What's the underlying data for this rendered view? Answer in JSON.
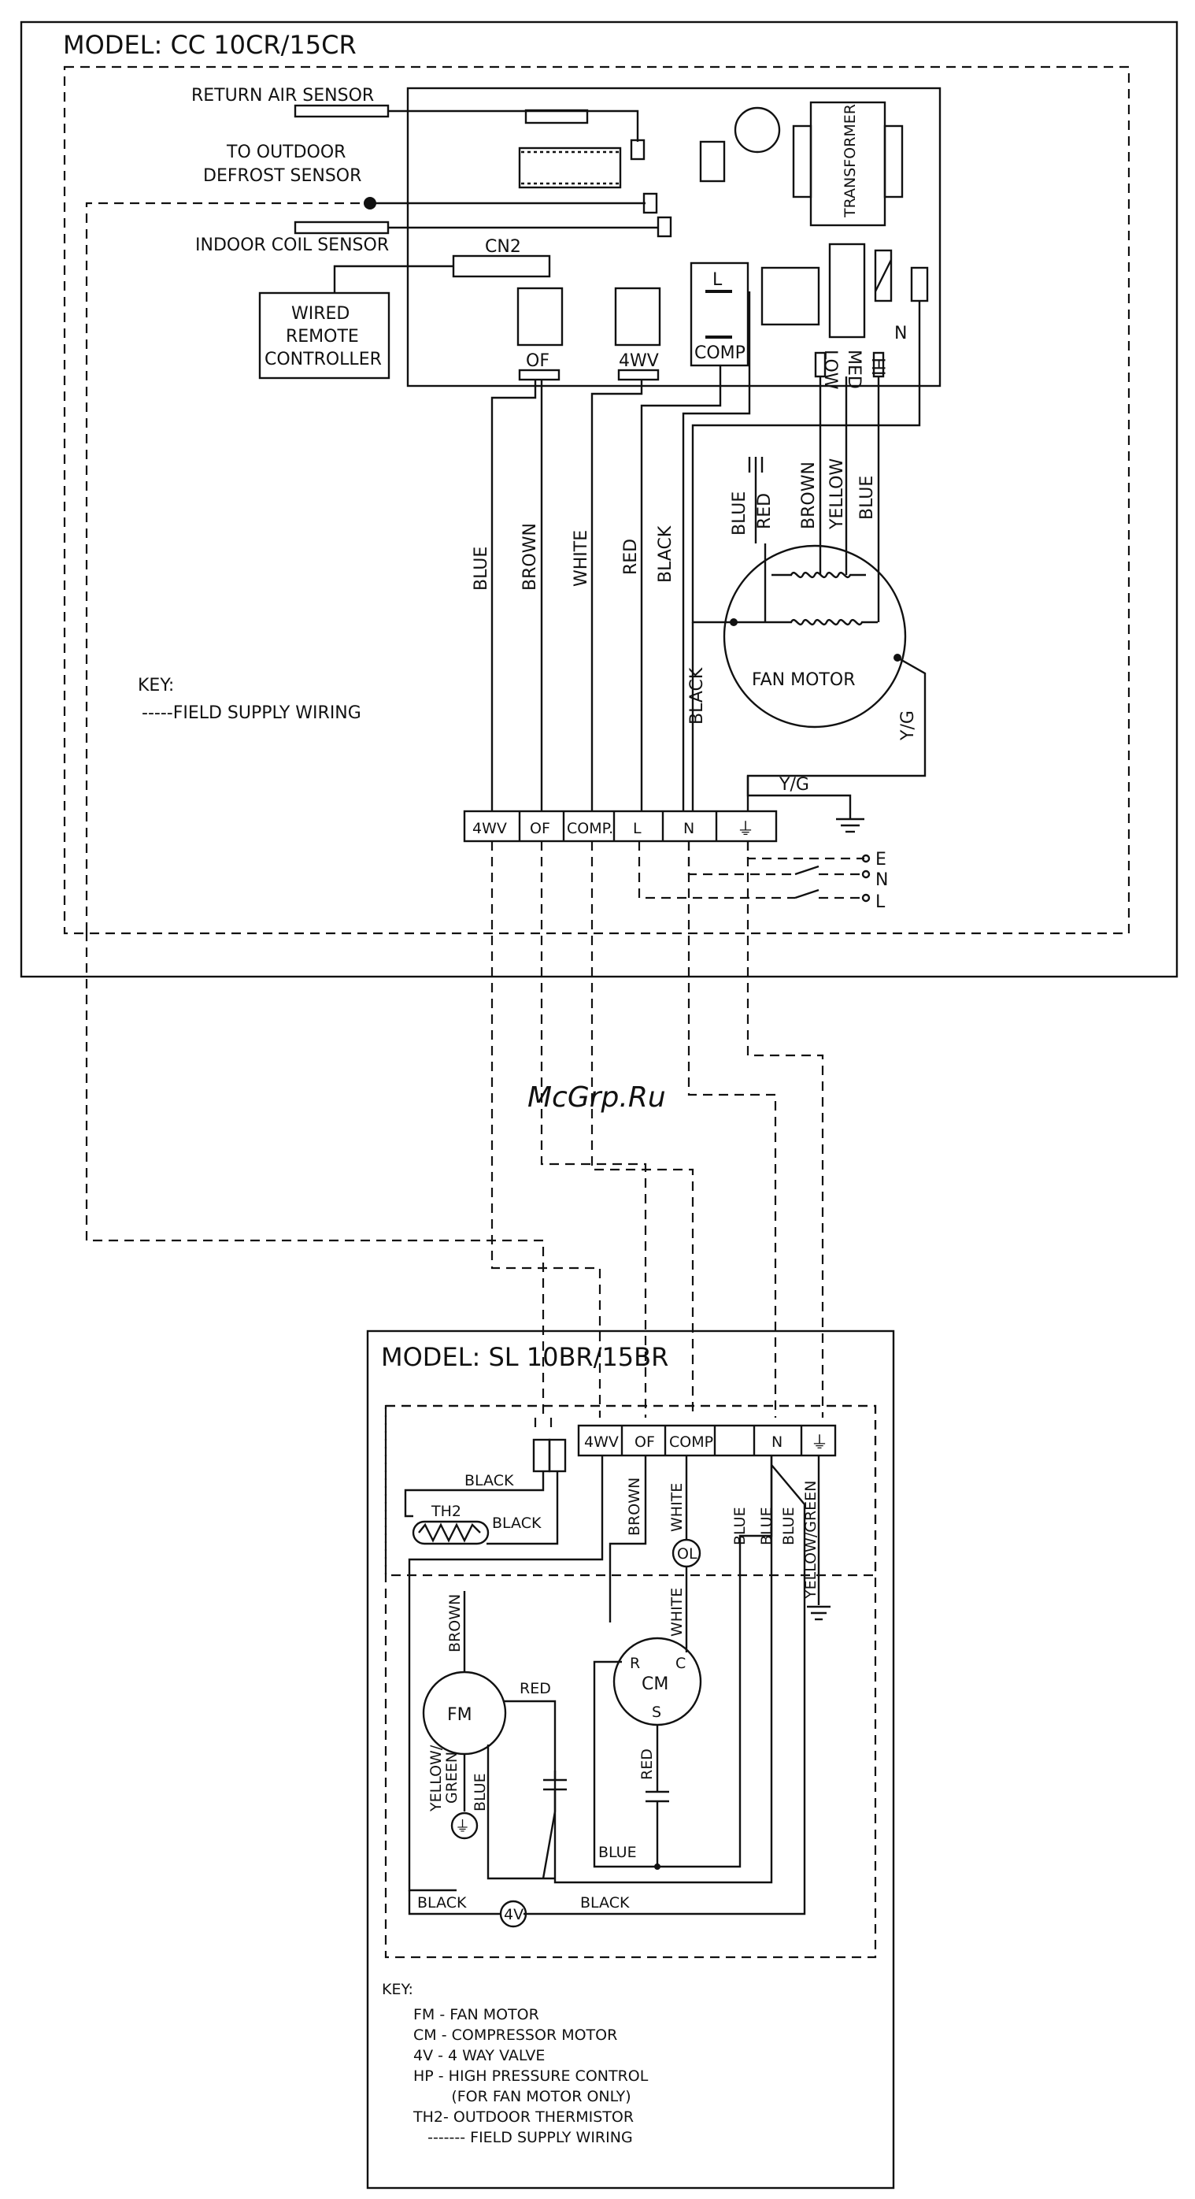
{
  "indoor": {
    "model": "MODEL: CC 10CR/15CR",
    "return_air_sensor": "RETURN AIR SENSOR",
    "to_outdoor_1": "TO OUTDOOR",
    "to_outdoor_2": "DEFROST SENSOR",
    "indoor_coil_sensor": "INDOOR COIL SENSOR",
    "cn2": "CN2",
    "wired_1": "WIRED",
    "wired_2": "REMOTE",
    "wired_3": "CONTROLLER",
    "transformer": "TRANSFORMER",
    "relay_of": "OF",
    "relay_4wv": "4WV",
    "relay_l": "L",
    "relay_comp": "COMP",
    "speed_low": "LOW",
    "speed_med": "MED",
    "speed_hi": "HI",
    "speed_n": "N",
    "wire_blue": "BLUE",
    "wire_brown": "BROWN",
    "wire_white": "WHITE",
    "wire_red": "RED",
    "wire_black": "BLACK",
    "fan_blue": "BLUE",
    "fan_red": "RED",
    "fan_brown": "BROWN",
    "fan_yellow": "YELLOW",
    "fan_blue2": "BLUE",
    "fan_black": "BLACK",
    "fan_motor": "FAN MOTOR",
    "yg": "Y/G",
    "yg2": "Y/G",
    "key_title": "KEY:",
    "key_field": "-----FIELD SUPPLY WIRING",
    "terminals": [
      "4WV",
      "OF",
      "COMP.",
      "L",
      "N",
      "⏚"
    ],
    "supply_e": "E",
    "supply_n": "N",
    "supply_l": "L"
  },
  "watermark": "McGrp.Ru",
  "outdoor": {
    "model": "MODEL: SL 10BR/15BR",
    "terminals": [
      "4WV",
      "OF",
      "COMP",
      "",
      "N",
      "⏚"
    ],
    "black1": "BLACK",
    "th2": "TH2",
    "black2": "BLACK",
    "brown": "BROWN",
    "white": "WHITE",
    "ol": "OL",
    "blue1": "BLUE",
    "blue2": "BLUE",
    "blue3": "BLUE",
    "yellow_green": "YELLOW/GREEN",
    "brown2": "BROWN",
    "white2": "WHITE",
    "fm": "FM",
    "red1": "RED",
    "cm": "CM",
    "cm_r": "R",
    "cm_c": "C",
    "cm_s": "S",
    "red2": "RED",
    "yg_1": "YELLOW/",
    "yg_2": "GREEN",
    "blue4": "BLUE",
    "blue5": "BLUE",
    "black3": "BLACK",
    "v4": "4V",
    "black4": "BLACK"
  },
  "key": {
    "title": "KEY:",
    "items": [
      "FM  - FAN MOTOR",
      "CM  - COMPRESSOR MOTOR",
      "4V  - 4 WAY VALVE",
      "HP  - HIGH PRESSURE CONTROL",
      "        (FOR FAN MOTOR ONLY)",
      "TH2- OUTDOOR THERMISTOR",
      "   ------- FIELD SUPPLY WIRING"
    ]
  }
}
